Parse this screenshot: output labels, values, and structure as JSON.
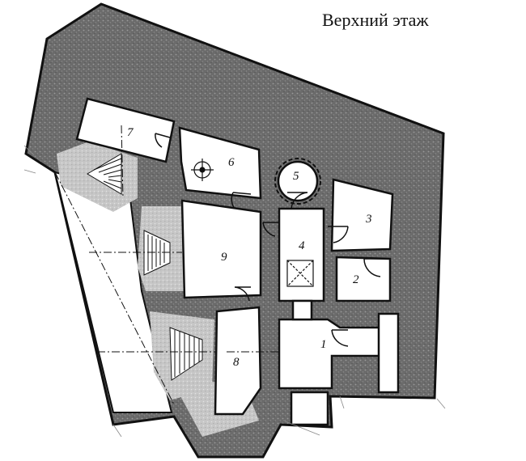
{
  "title": "Верхний этаж",
  "colors": {
    "rock": "#6b6b6b",
    "rock_light": "#bdbdbd",
    "outline": "#111111",
    "room": "#ffffff"
  },
  "rooms": [
    {
      "id": "1",
      "label": "1"
    },
    {
      "id": "2",
      "label": "2"
    },
    {
      "id": "3",
      "label": "3"
    },
    {
      "id": "4",
      "label": "4"
    },
    {
      "id": "5",
      "label": "5"
    },
    {
      "id": "6",
      "label": "6"
    },
    {
      "id": "7",
      "label": "7"
    },
    {
      "id": "8",
      "label": "8"
    },
    {
      "id": "9",
      "label": "9"
    }
  ]
}
